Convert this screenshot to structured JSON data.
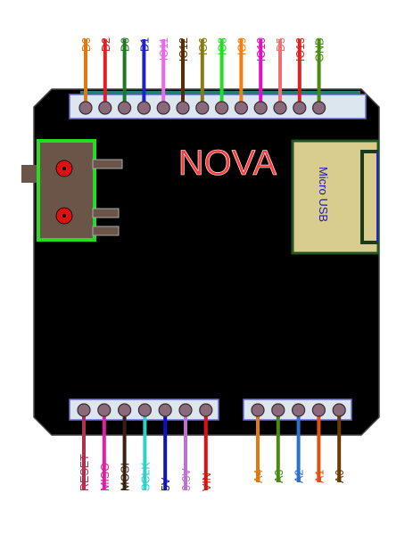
{
  "board": {
    "name": "NOVA",
    "name_color": "#ff3b3b",
    "body_color": "#000000",
    "header_color": "#dbe6ef",
    "header_border": "#6b6bd6",
    "pin_color": "#8a6a7a"
  },
  "usb": {
    "label": "Micro USB",
    "fill": "#d8cc8f",
    "border": "#225522",
    "label_color": "#1a1ab0"
  },
  "switch": {
    "body_color": "#6b5548",
    "border_color": "#22dd22",
    "dot_color": "#dd1111"
  },
  "top_pins": [
    {
      "label": "D3",
      "color": "#e07a10"
    },
    {
      "label": "D2",
      "color": "#e02020"
    },
    {
      "label": "D0",
      "color": "#1f7a1f"
    },
    {
      "label": "D1",
      "color": "#2020d0"
    },
    {
      "label": "IO11",
      "color": "#ee66ee"
    },
    {
      "label": "IO12",
      "color": "#5a2d00"
    },
    {
      "label": "IO6",
      "color": "#8a7a10"
    },
    {
      "label": "IO8",
      "color": "#22dd22"
    },
    {
      "label": "IO9",
      "color": "#f08010"
    },
    {
      "label": "IO10",
      "color": "#e010c0"
    },
    {
      "label": "D5",
      "color": "#ee7070"
    },
    {
      "label": "IO13",
      "color": "#dd2222"
    },
    {
      "label": "GND",
      "color": "#4a8a10"
    }
  ],
  "bottom_left_pins": [
    {
      "label": "RESET",
      "color": "#b03050"
    },
    {
      "label": "MISO",
      "color": "#e020a0"
    },
    {
      "label": "MOSI",
      "color": "#3a2010"
    },
    {
      "label": "SCLK",
      "color": "#30d0c8"
    },
    {
      "label": "5V",
      "color": "#1010c0"
    },
    {
      "label": "3.3V",
      "color": "#c070d0"
    },
    {
      "label": "VIN",
      "color": "#e01010"
    }
  ],
  "bottom_right_pins": [
    {
      "label": "A4",
      "color": "#e07a10"
    },
    {
      "label": "A3",
      "color": "#4a8a10"
    },
    {
      "label": "A2",
      "color": "#2a70d0"
    },
    {
      "label": "A1",
      "color": "#e05010"
    },
    {
      "label": "A0",
      "color": "#6a3a00"
    }
  ]
}
